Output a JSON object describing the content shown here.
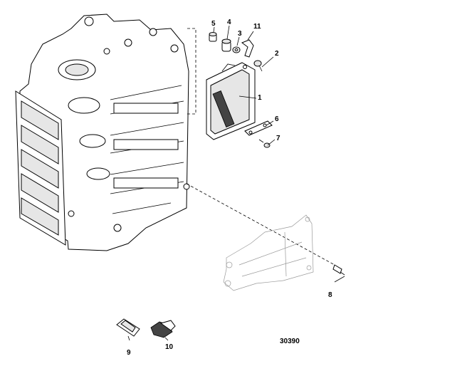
{
  "diagram": {
    "callouts": [
      {
        "id": "c1",
        "label": "1"
      },
      {
        "id": "c2",
        "label": "2"
      },
      {
        "id": "c3",
        "label": "3"
      },
      {
        "id": "c4",
        "label": "4"
      },
      {
        "id": "c5",
        "label": "5"
      },
      {
        "id": "c6",
        "label": "6"
      },
      {
        "id": "c7",
        "label": "7"
      },
      {
        "id": "c8",
        "label": "8"
      },
      {
        "id": "c9",
        "label": "9"
      },
      {
        "id": "c10",
        "label": "10"
      },
      {
        "id": "c11",
        "label": "11"
      }
    ],
    "reference_number": "30390"
  }
}
